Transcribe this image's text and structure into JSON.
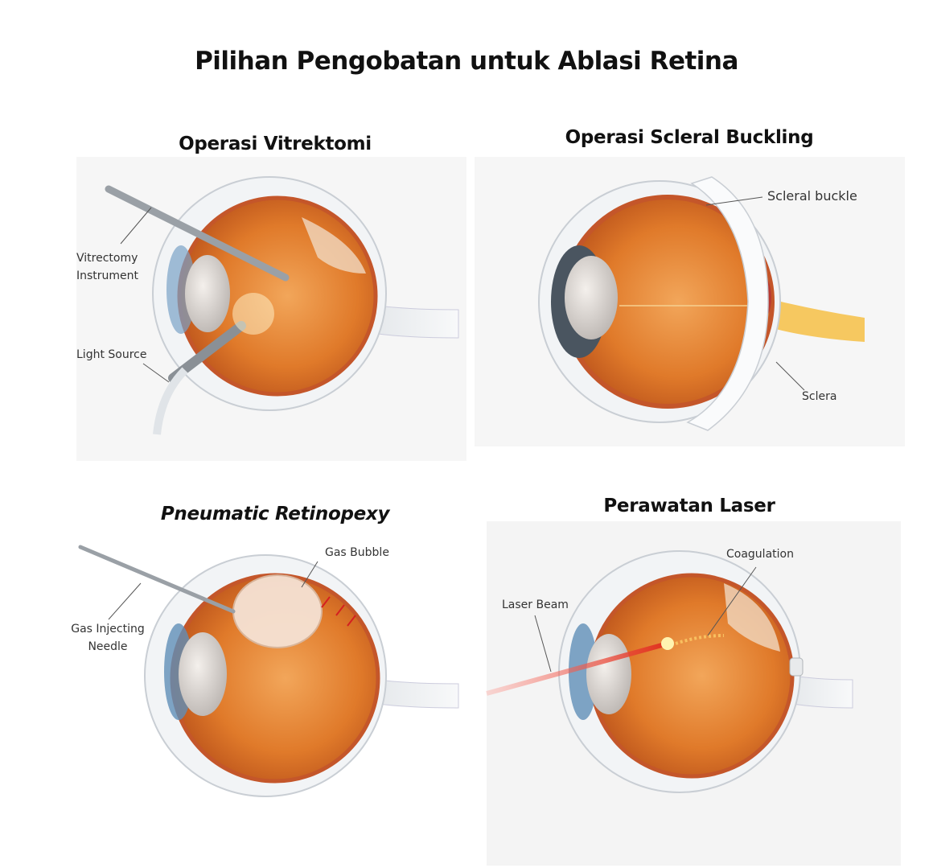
{
  "title": "Pilihan Pengobatan untuk Ablasi Retina",
  "panels": [
    {
      "title": "Operasi Vitrektomi",
      "labels": [
        "Vitrectomy",
        "Instrument",
        "Light Source"
      ]
    },
    {
      "title": "Operasi Scleral Buckling",
      "labels": [
        "Scleral buckle",
        "Sclera"
      ]
    },
    {
      "title": "Pneumatic Retinopexy",
      "labels": [
        "Gas Bubble",
        "Gas Injecting",
        "Needle"
      ]
    },
    {
      "title": "Perawatan Laser",
      "labels": [
        "Coagulation",
        "Laser Beam"
      ]
    }
  ],
  "colors": {
    "retina": "#e07a2a",
    "sclera": "#f2f4f6",
    "laser": "#e0301e"
  }
}
